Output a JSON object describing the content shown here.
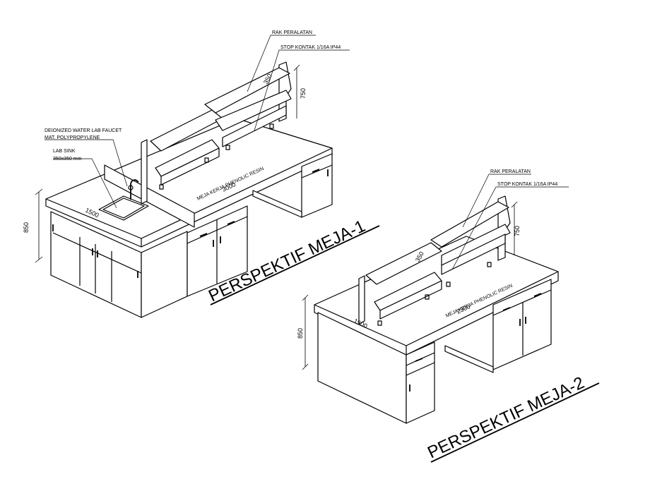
{
  "meja1": {
    "title": "PERSPEKTIF MEJA-1",
    "labels": {
      "rak": "RAK PERALATAN",
      "stop": "STOP KONTAK 1/16A IP44",
      "faucet1": "DEIONIZED WATER LAB FAUCET",
      "faucet2": "MAT. POLYPROPYLENE",
      "sink1": "LAB SINK",
      "sink2": "350x350 mm",
      "resin": "MEJA KERJA PHENOLIC RESIN"
    },
    "dims": {
      "d3000": "3000",
      "d1500": "1500",
      "d850": "850",
      "d350": "350",
      "d750": "750"
    }
  },
  "meja2": {
    "title": "PERSPEKTIF MEJA-2",
    "labels": {
      "rak": "RAK PERALATAN",
      "stop": "STOP KONTAK 1/16A IP44",
      "resin": "MEJA KERJA PHENOLIC RESIN"
    },
    "dims": {
      "d2300": "2300",
      "d1500": "1500",
      "d850": "850",
      "d350": "350",
      "d750": "750"
    }
  },
  "colors": {
    "line": "#000000",
    "background": "#ffffff"
  }
}
